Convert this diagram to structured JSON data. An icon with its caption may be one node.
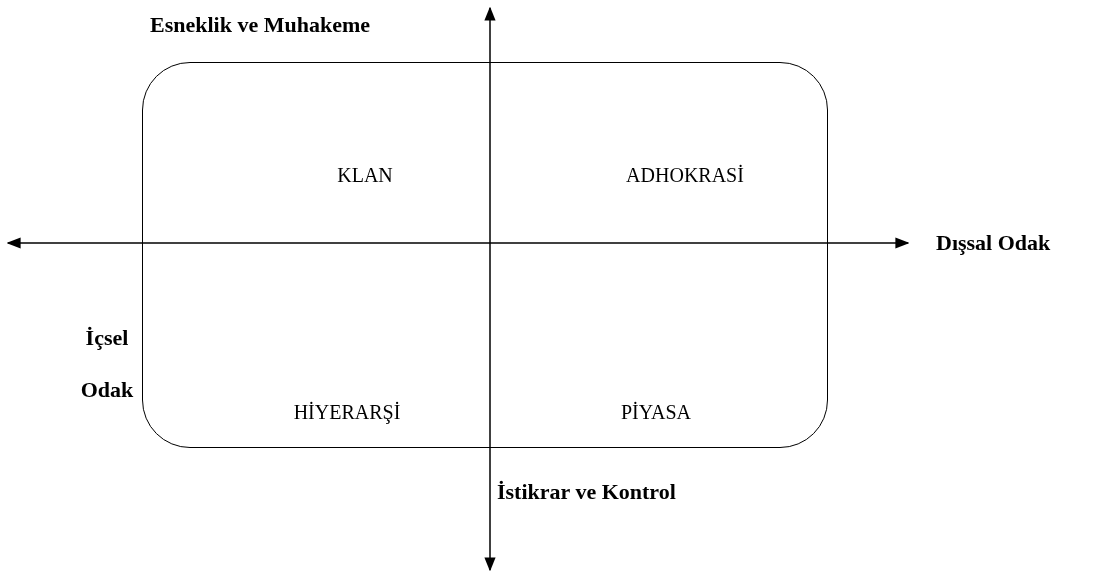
{
  "diagram": {
    "nodes": [
      {
        "text": [
          "KLAN",
          "ADHOKRASİ",
          "HİYERARŞİ",
          "PİYASA"
        ]
      }
    ],
    "labels": [
      "Esneklik ve Muhakeme",
      "Dışsal Odak",
      "İçsel Odak",
      "İstikrar ve Kontrol"
    ]
  }
}
